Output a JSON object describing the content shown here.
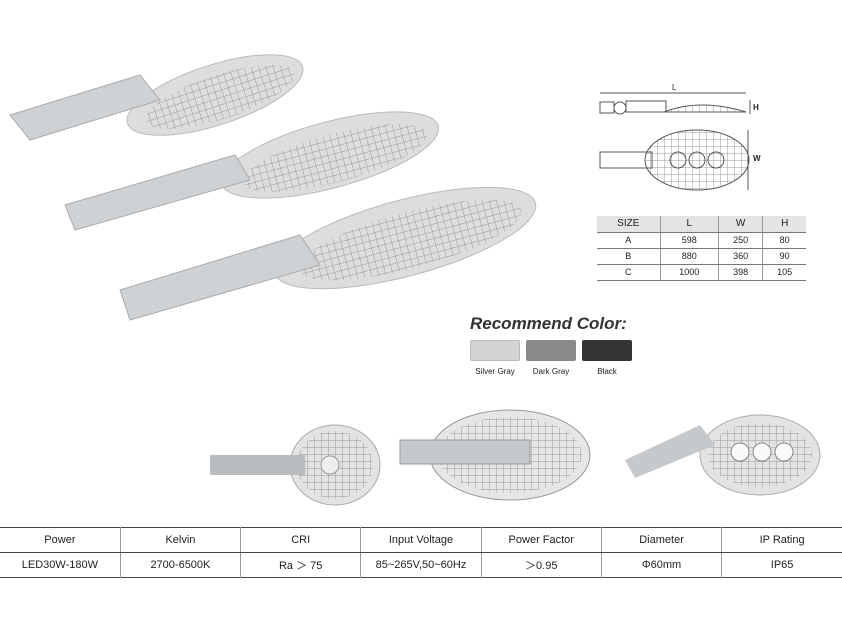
{
  "dimension_drawing": {
    "label_length": "L",
    "label_height": "H",
    "label_width": "W"
  },
  "size_table": {
    "headers": [
      "SIZE",
      "L",
      "W",
      "H"
    ],
    "rows": [
      [
        "A",
        "598",
        "250",
        "80"
      ],
      [
        "B",
        "880",
        "360",
        "90"
      ],
      [
        "C",
        "1000",
        "398",
        "105"
      ]
    ]
  },
  "recommend_color": {
    "title": "Recommend Color:",
    "swatches": [
      {
        "label": "Silver Gray",
        "color": "#d4d4d4"
      },
      {
        "label": "Dark Gray",
        "color": "#8a8a8a"
      },
      {
        "label": "Black",
        "color": "#333333"
      }
    ]
  },
  "spec_table": {
    "headers": [
      "Power",
      "Kelvin",
      "CRI",
      "Input Voltage",
      "Power Factor",
      "Diameter",
      "IP Rating"
    ],
    "values": [
      "LED30W-180W",
      "2700-6500K",
      "Ra ＞ 75",
      "85~265V,50~60Hz",
      "＞0.95",
      "Φ60mm",
      "IP65"
    ]
  }
}
